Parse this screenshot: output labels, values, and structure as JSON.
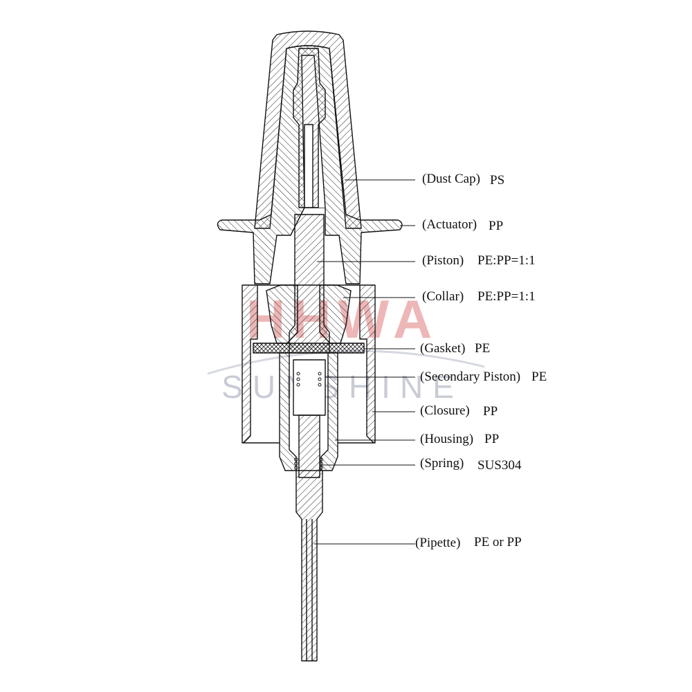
{
  "watermark": {
    "logo_text": "HHWA",
    "tagline_text": "SUNSHINE",
    "logo_color": "#e8a0a0",
    "tagline_color": "#b8bcc8"
  },
  "colors": {
    "ink": "#111111",
    "hatch": "#333333",
    "background": "#ffffff"
  },
  "labels": [
    {
      "name": "(Dust Cap)",
      "material": "PS"
    },
    {
      "name": "(Actuator)",
      "material": "PP"
    },
    {
      "name": "(Piston)",
      "material": "PE:PP=1:1"
    },
    {
      "name": "(Collar)",
      "material": "PE:PP=1:1"
    },
    {
      "name": "(Gasket)",
      "material": "PE"
    },
    {
      "name": "(Secondary Piston)",
      "material": "PE"
    },
    {
      "name": "(Closure)",
      "material": "PP"
    },
    {
      "name": "(Housing)",
      "material": "PP"
    },
    {
      "name": "(Spring)",
      "material": "SUS304"
    },
    {
      "name": "(Pipette)",
      "material": "PE or PP"
    }
  ]
}
